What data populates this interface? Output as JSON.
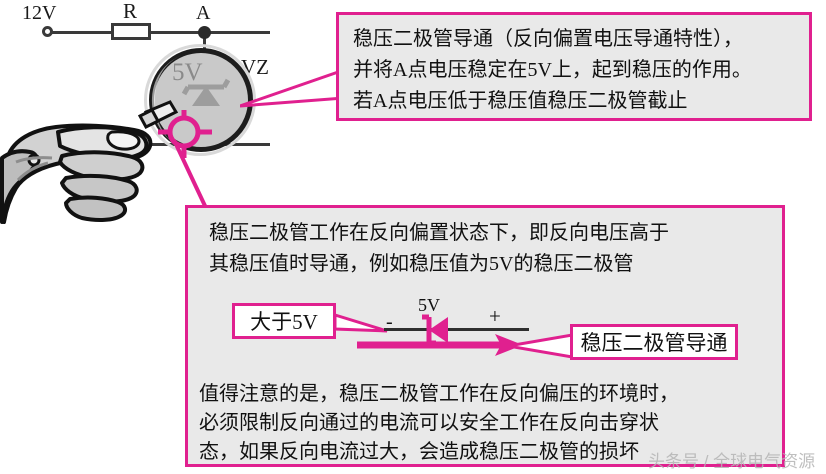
{
  "circuit": {
    "supply_label": "12V",
    "resistor_label": "R",
    "node_label": "A",
    "zener_label": "VZ",
    "lens_value_label": "5V"
  },
  "callout_top": {
    "text": "稳压二极管导通（反向偏置电压导通特性），\n并将A点电压稳定在5V上，起到稳压的作用。\n若A点电压低于稳压值稳压二极管截止"
  },
  "callout_main": {
    "paragraph_1": "稳压二极管工作在反向偏置状态下，即反向电压高于\n其稳压值时导通，例如稳压值为5V的稳压二极管",
    "paragraph_2": "值得注意的是，稳压二极管工作在反向偏压的环境时，\n必须限制反向通过的电流可以安全工作在反向击穿状\n态，如果反向电流过大，会造成稳压二极管的损坏"
  },
  "diode_demo": {
    "input_tag": "大于5V",
    "zener_value": "5V",
    "minus_sign": "-",
    "plus_sign": "+",
    "output_tag": "稳压二极管导通"
  },
  "watermark": {
    "text": "头条号 / 全球电气资源"
  },
  "colors": {
    "accent_magenta": "#e0208f",
    "box_fill": "#e9e9e9",
    "wire": "#3a3a3a",
    "lens_glass": "#c9c9c9"
  }
}
